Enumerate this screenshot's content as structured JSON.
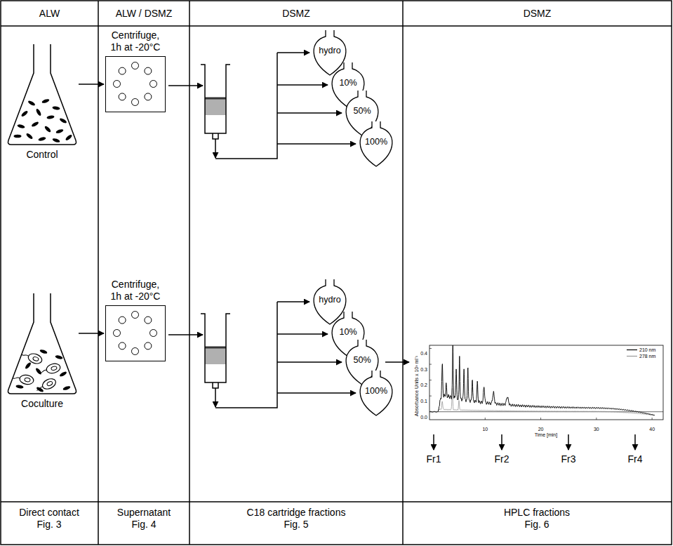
{
  "diagram": {
    "nodes": [
      {
        "text": [
          "ALW"
        ]
      },
      {
        "text": [
          "ALW / DSMZ"
        ]
      },
      {
        "text": [
          "DSMZ"
        ]
      },
      {
        "text": [
          "DSMZ"
        ]
      },
      {
        "text": [
          "Control"
        ]
      },
      {
        "text": [
          "Centrifuge, 1h at -20°C"
        ]
      },
      {
        "text": [
          "hydro"
        ]
      },
      {
        "text": [
          "10%"
        ]
      },
      {
        "text": [
          "50%"
        ]
      },
      {
        "text": [
          "100%"
        ]
      },
      {
        "text": [
          "Coculture"
        ]
      },
      {
        "text": [
          "Centrifuge, 1h at -20°C"
        ]
      },
      {
        "text": [
          "hydro"
        ]
      },
      {
        "text": [
          "10%"
        ]
      },
      {
        "text": [
          "50%"
        ]
      },
      {
        "text": [
          "100%"
        ]
      },
      {
        "text": [
          "Direct contact Fig. 3"
        ]
      },
      {
        "text": [
          "Supernatant Fig. 4"
        ]
      },
      {
        "text": [
          "C18 cartridge fractions Fig. 5"
        ]
      },
      {
        "text": [
          "HPLC fractions Fig. 6"
        ]
      }
    ],
    "edges": [
      {
        "from": 4,
        "to": 5,
        "arrow": "to"
      },
      {
        "from": 10,
        "to": 11,
        "arrow": "to"
      }
    ],
    "labels": [
      "Fr1",
      "Fr2",
      "Fr3",
      "Fr4",
      "0.4",
      "0.3",
      "0.2",
      "0.1",
      "0.0",
      "10",
      "20",
      "30",
      "40",
      "Time [min]",
      "Absorbance Units x 10³ ml⁻¹"
    ],
    "legend": [
      {
        "text": "210 nm"
      },
      {
        "text": "278 nm"
      }
    ]
  }
}
